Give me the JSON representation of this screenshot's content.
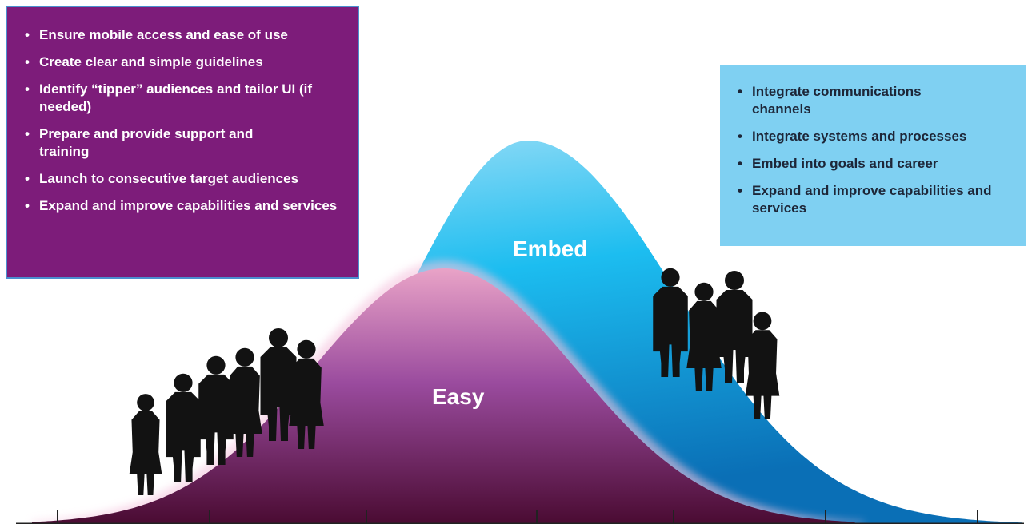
{
  "left_box": {
    "items": [
      "Ensure mobile access and ease of use",
      "Create clear and simple guidelines",
      "Identify “tipper” audiences and tailor UI (if needed)",
      "Prepare and provide support and training",
      "Launch to consecutive target audiences",
      "Expand and improve capabilities and services"
    ],
    "color": "#7d1c7a"
  },
  "right_box": {
    "items": [
      "Integrate communications channels",
      "Integrate systems and processes",
      "Embed into goals and career",
      "Expand and improve capabilities and services"
    ],
    "color": "#7fd0f2"
  },
  "curves": {
    "embed_label": "Embed",
    "easy_label": "Easy",
    "embed_colors": [
      "#b3e4f8",
      "#00b3ea",
      "#0a6fb6"
    ],
    "easy_colors": [
      "#e9a3c7",
      "#9a4b9e",
      "#4a0b32"
    ]
  },
  "icons": {
    "people_left": "people-silhouettes-group",
    "people_right": "people-silhouettes-group"
  },
  "axis": {
    "tick_count": 8
  }
}
